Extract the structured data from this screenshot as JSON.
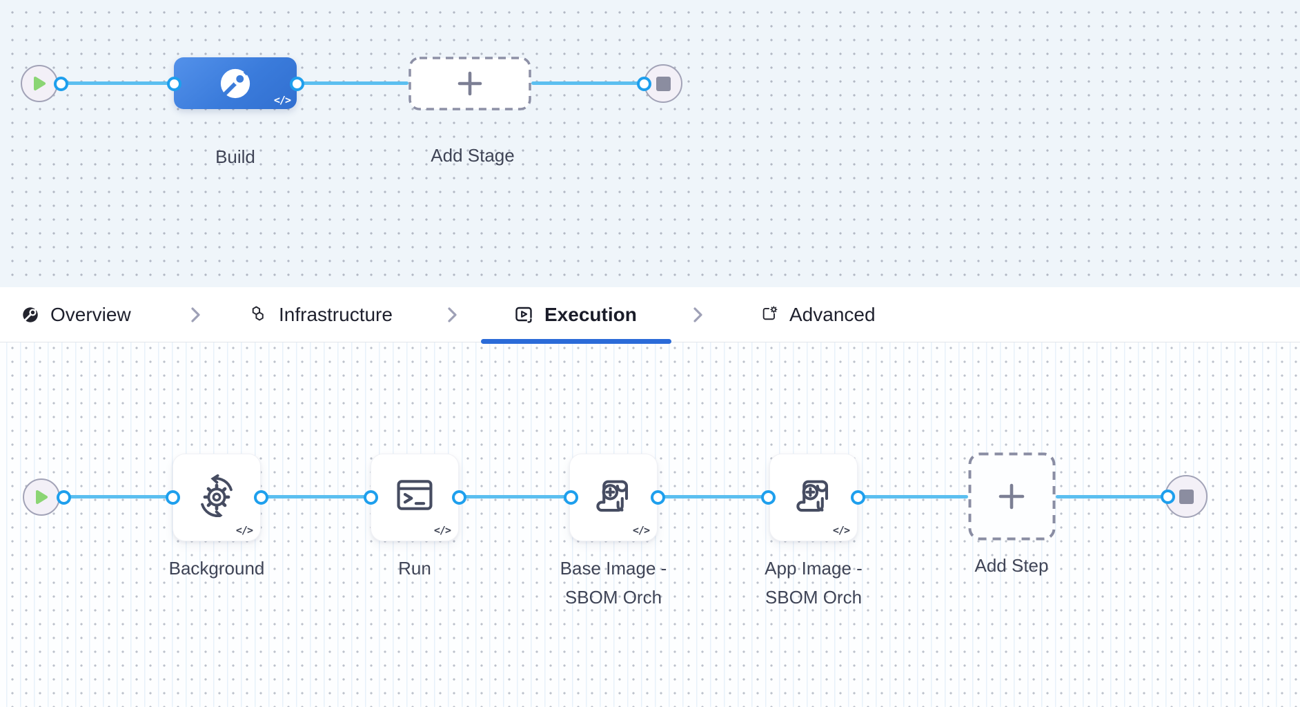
{
  "stage_pipeline": {
    "nodes": [
      {
        "type": "start"
      },
      {
        "type": "stage",
        "label": "Build",
        "icon": "ci-build-icon",
        "code_badge": "</>"
      },
      {
        "type": "add-stage",
        "label": "Add Stage"
      },
      {
        "type": "end"
      }
    ]
  },
  "tab_bar": {
    "tabs": [
      {
        "label": "Overview",
        "icon": "ci-overview-icon",
        "active": false
      },
      {
        "label": "Infrastructure",
        "icon": "hexagons-icon",
        "active": false
      },
      {
        "label": "Execution",
        "icon": "play-square-icon",
        "active": true
      },
      {
        "label": "Advanced",
        "icon": "box-gear-icon",
        "active": false
      }
    ]
  },
  "execution_pipeline": {
    "steps": [
      {
        "label": "Background",
        "icon": "gear-sync-icon",
        "code_badge": "</>"
      },
      {
        "label": "Run",
        "icon": "terminal-icon",
        "code_badge": "</>"
      },
      {
        "label": "Base Image - SBOM Orch",
        "icon": "scroll-plus-icon",
        "code_badge": "</>"
      },
      {
        "label": "App Image - SBOM Orch",
        "icon": "scroll-plus-icon",
        "code_badge": "</>"
      }
    ],
    "add_step": {
      "label": "Add Step"
    }
  },
  "colors": {
    "node_blue": "#3b7cda",
    "link_blue": "#5bbff0",
    "port_ring": "#1e9fed",
    "active_tab_underline": "#2b6bd8",
    "play_green": "#8bd574",
    "canvas_top_bg": "#eff5fa",
    "canvas_bottom_bg": "#fdfeff"
  }
}
